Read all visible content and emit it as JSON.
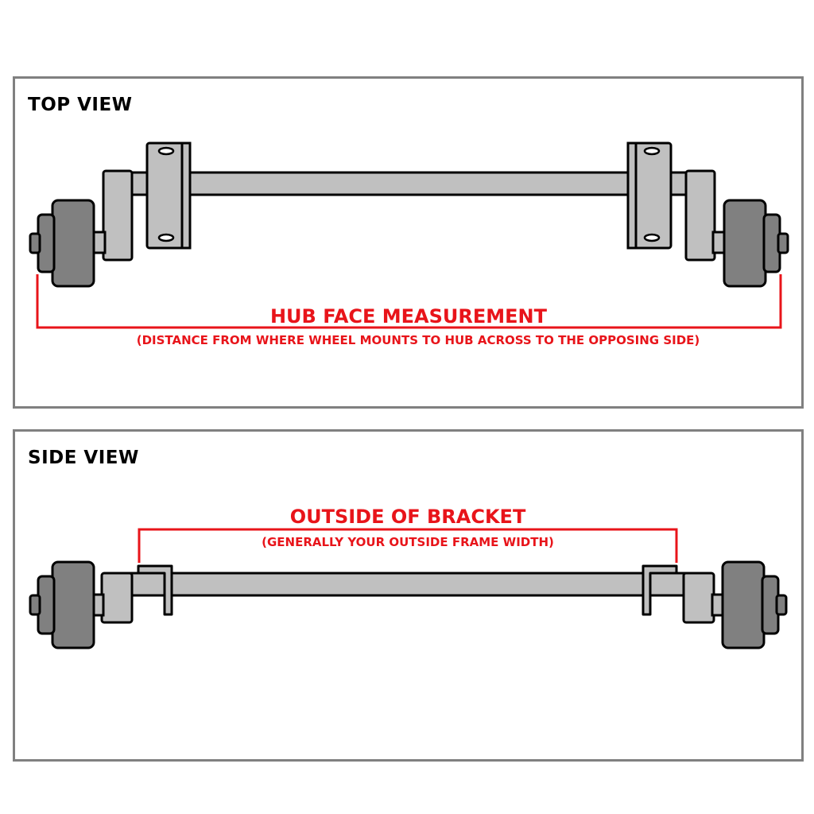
{
  "top_view": {
    "title": "TOP VIEW",
    "measurement_label": "HUB FACE MEASUREMENT",
    "measurement_note": "(DISTANCE FROM WHERE WHEEL MOUNTS TO HUB ACROSS TO THE OPPOSING SIDE)"
  },
  "side_view": {
    "title": "SIDE VIEW",
    "measurement_label": "OUTSIDE OF BRACKET",
    "measurement_note": "(GENERALLY YOUR OUTSIDE FRAME WIDTH)"
  },
  "colors": {
    "border": "#808080",
    "part_light": "#c0c0c0",
    "part_dark": "#808080",
    "measure_red": "#e8141a"
  }
}
